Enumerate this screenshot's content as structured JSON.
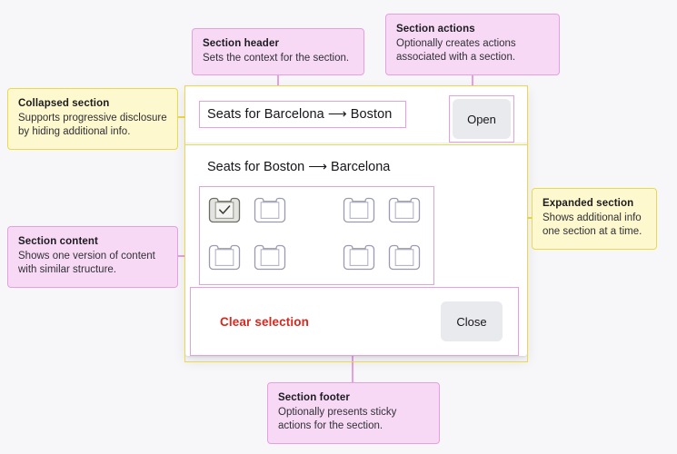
{
  "page": {
    "background": "#f7f7f9",
    "accent_pink": "#e79fe3",
    "accent_yellow": "#ecd94b",
    "danger_color": "#eb1c26"
  },
  "callouts": [
    {
      "id": "section-header",
      "variant": "pink",
      "title": "Section header",
      "body": "Sets the context for the section."
    },
    {
      "id": "section-actions",
      "variant": "pink",
      "title": "Section actions",
      "body": "Optionally creates actions associated with a section."
    },
    {
      "id": "collapsed-section",
      "variant": "yellow",
      "title": "Collapsed section",
      "body": "Supports progressive disclosure by hiding additional info."
    },
    {
      "id": "expanded-section",
      "variant": "yellow",
      "title": "Expanded section",
      "body": "Shows additional info one section at a time."
    },
    {
      "id": "section-content",
      "variant": "pink",
      "title": "Section content",
      "body": "Shows one version of content with similar structure."
    },
    {
      "id": "section-footer",
      "variant": "pink",
      "title": "Section footer",
      "body": "Optionally presents sticky actions for the section."
    }
  ],
  "card": {
    "collapsed_section": {
      "title": "Seats for Barcelona ⟶ Boston",
      "action_label": "Open"
    },
    "expanded_section": {
      "title": "Seats for Boston ⟶ Barcelona",
      "seatmap": {
        "rows": 2,
        "columns": 4,
        "aisle_after_column": 2,
        "seats": [
          {
            "id": "1A",
            "selected": true
          },
          {
            "id": "1B",
            "selected": false
          },
          {
            "id": "1C",
            "selected": false
          },
          {
            "id": "1D",
            "selected": false
          },
          {
            "id": "2A",
            "selected": false
          },
          {
            "id": "2B",
            "selected": false
          },
          {
            "id": "2C",
            "selected": false
          },
          {
            "id": "2D",
            "selected": false
          }
        ],
        "selected_glyph": "check-icon"
      },
      "footer": {
        "clear_label": "Clear selection",
        "close_label": "Close"
      }
    }
  }
}
